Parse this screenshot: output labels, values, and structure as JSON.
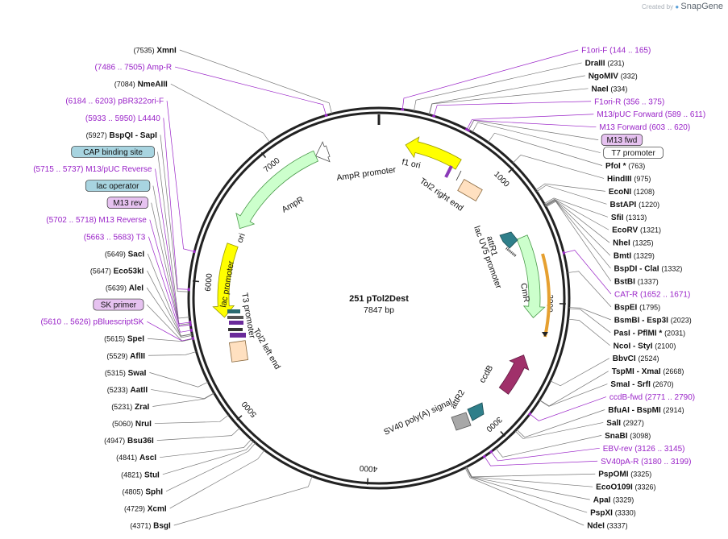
{
  "branding": {
    "prefix": "Created by",
    "name": "SnapGene"
  },
  "plasmid": {
    "name": "251 pTol2Dest",
    "length_label": "7847 bp",
    "length": 7847
  },
  "colors": {
    "primer": "#9a24c8",
    "backbone": "#222222",
    "tick": "#777777"
  },
  "ruler": [
    {
      "pos": 1000,
      "label": "1000"
    },
    {
      "pos": 2000,
      "label": "2000"
    },
    {
      "pos": 3000,
      "label": "3000"
    },
    {
      "pos": 4000,
      "label": "4000"
    },
    {
      "pos": 5000,
      "label": "5000"
    },
    {
      "pos": 6000,
      "label": "6000"
    },
    {
      "pos": 7000,
      "label": "7000"
    }
  ],
  "features": [
    {
      "label": "f1 ori",
      "start": 215,
      "end": 670,
      "dir": -1,
      "fill": "#ffff00",
      "stroke": "#9a9a00"
    },
    {
      "label": "AmpR promoter",
      "start": 7325,
      "end": 7430,
      "dir": -1,
      "fill": "#ffffff",
      "stroke": "#555555"
    },
    {
      "label": "AmpR",
      "start": 6465,
      "end": 7325,
      "dir": -1,
      "fill": "#ccffcc",
      "stroke": "#4a9a4a"
    },
    {
      "label": "ori",
      "start": 5730,
      "end": 6320,
      "dir": -1,
      "fill": "#ffff00",
      "stroke": "#9a9a00"
    },
    {
      "label": "CmR",
      "start": 1460,
      "end": 2120,
      "dir": 1,
      "fill": "#ccffcc",
      "stroke": "#4a9a4a"
    },
    {
      "label": "ccdB",
      "start": 2430,
      "end": 2760,
      "dir": -1,
      "fill": "#a0306a",
      "stroke": "#601840"
    }
  ],
  "primers": [
    {
      "label": "F1ori-F",
      "pos": 155
    },
    {
      "label": "F1ori-R",
      "pos": 366
    },
    {
      "label": "M13/pUC Forward",
      "pos": 600
    },
    {
      "label": "M13 Forward",
      "pos": 612
    },
    {
      "label": "CAT-R",
      "pos": 1662
    },
    {
      "label": "ccdB-fwd",
      "pos": 2780
    },
    {
      "label": "EBV-rev",
      "pos": 3136
    },
    {
      "label": "SV40pA-R",
      "pos": 3190
    },
    {
      "label": "pBluescriptSK",
      "pos": 5618
    },
    {
      "label": "T3",
      "pos": 5673
    },
    {
      "label": "M13 Reverse",
      "pos": 5710
    },
    {
      "label": "M13/pUC Reverse",
      "pos": 5726
    },
    {
      "label": "L4440",
      "pos": 5942
    },
    {
      "label": "pBR322ori-F",
      "pos": 6194
    },
    {
      "label": "Amp-R",
      "pos": 7496
    }
  ],
  "inner_labels": [
    {
      "text": "f1 ori"
    },
    {
      "text": "AmpR promoter"
    },
    {
      "text": "AmpR"
    },
    {
      "text": "ori"
    },
    {
      "text": "Tol2 right end"
    },
    {
      "text": "attR1"
    },
    {
      "text": "lac UV5 promoter"
    },
    {
      "text": "CmR"
    },
    {
      "text": "ccdB"
    },
    {
      "text": "attR2"
    },
    {
      "text": "SV40 poly(A) signal"
    },
    {
      "text": "lac promoter"
    },
    {
      "text": "T3 promoter"
    },
    {
      "text": "Tol2 left end"
    }
  ],
  "labels": [
    {
      "type": "site",
      "text": "(7535)",
      "name": "XmnI",
      "pos": 7535
    },
    {
      "type": "primer",
      "text": "(7486 .. 7505)  Amp-R",
      "pos": 7496
    },
    {
      "type": "site",
      "text": "(7084)",
      "name": "NmeAIII",
      "pos": 7084
    },
    {
      "type": "primer",
      "text": "F1ori-F  (144 .. 165)",
      "pos": 155
    },
    {
      "type": "site",
      "name": "DraIII",
      "text": "(231)",
      "pos": 231
    },
    {
      "type": "site",
      "name": "NgoMIV",
      "text": "(332)",
      "pos": 332
    },
    {
      "type": "site",
      "name": "NaeI",
      "text": "(334)",
      "pos": 334
    },
    {
      "type": "primer",
      "text": "F1ori-R  (356 .. 375)",
      "pos": 366
    },
    {
      "type": "primer",
      "text": "M13/pUC Forward  (589 .. 611)",
      "pos": 600
    },
    {
      "type": "primer",
      "text": "M13 Forward  (603 .. 620)",
      "pos": 612
    },
    {
      "type": "boxp",
      "text": "M13 fwd",
      "pos": 612
    },
    {
      "type": "boxw",
      "text": "T7 promoter",
      "pos": 640
    },
    {
      "type": "site",
      "name": "PfoI *",
      "text": "(763)",
      "pos": 763
    },
    {
      "type": "site",
      "name": "HindIII",
      "text": "(975)",
      "pos": 975
    },
    {
      "type": "site",
      "name": "EcoNI",
      "text": "(1208)",
      "pos": 1208
    },
    {
      "type": "site",
      "name": "BstAPI",
      "text": "(1220)",
      "pos": 1220
    },
    {
      "type": "site",
      "name": "SfiI",
      "text": "(1313)",
      "pos": 1313
    },
    {
      "type": "site",
      "name": "EcoRV",
      "text": "(1321)",
      "pos": 1321
    },
    {
      "type": "site",
      "name": "NheI",
      "text": "(1325)",
      "pos": 1325
    },
    {
      "type": "site",
      "name": "BmtI",
      "text": "(1329)",
      "pos": 1329
    },
    {
      "type": "site",
      "name": "BspDI  - ClaI",
      "text": "(1332)",
      "pos": 1332
    },
    {
      "type": "site",
      "name": "BstBI",
      "text": "(1337)",
      "pos": 1337
    },
    {
      "type": "primer",
      "text": "CAT-R  (1652 .. 1671)",
      "pos": 1662
    },
    {
      "type": "site",
      "name": "BspEI",
      "text": "(1795)",
      "pos": 1795
    },
    {
      "type": "site",
      "name": "BsmBI  - Esp3I",
      "text": "(2023)",
      "pos": 2023
    },
    {
      "type": "site",
      "name": "PasI  - PflMI *",
      "text": "(2031)",
      "pos": 2031
    },
    {
      "type": "site",
      "name": "NcoI  - StyI",
      "text": "(2100)",
      "pos": 2100
    },
    {
      "type": "site",
      "name": "BbvCI",
      "text": "(2524)",
      "pos": 2524
    },
    {
      "type": "site",
      "name": "TspMI  - XmaI",
      "text": "(2668)",
      "pos": 2668
    },
    {
      "type": "site",
      "name": "SmaI  - SrfI",
      "text": "(2670)",
      "pos": 2670
    },
    {
      "type": "primer",
      "text": "ccdB-fwd  (2771 .. 2790)",
      "pos": 2780
    },
    {
      "type": "site",
      "name": "BfuAI  - BspMI",
      "text": "(2914)",
      "pos": 2914
    },
    {
      "type": "site",
      "name": "SalI",
      "text": "(2927)",
      "pos": 2927
    },
    {
      "type": "site",
      "name": "SnaBI",
      "text": "(3098)",
      "pos": 3098
    },
    {
      "type": "primer",
      "text": "EBV-rev  (3126 .. 3145)",
      "pos": 3136
    },
    {
      "type": "primer",
      "text": "SV40pA-R  (3180 .. 3199)",
      "pos": 3190
    },
    {
      "type": "site",
      "name": "PspOMI",
      "text": "(3325)",
      "pos": 3325
    },
    {
      "type": "site",
      "name": "EcoO109I",
      "text": "(3326)",
      "pos": 3326
    },
    {
      "type": "site",
      "name": "ApaI",
      "text": "(3329)",
      "pos": 3329
    },
    {
      "type": "site",
      "name": "PspXI",
      "text": "(3330)",
      "pos": 3330
    },
    {
      "type": "site",
      "name": "NdeI",
      "text": "(3337)",
      "pos": 3337
    },
    {
      "type": "site",
      "text": "(4371)",
      "name": "BsgI",
      "pos": 4371
    },
    {
      "type": "site",
      "text": "(4729)",
      "name": "XcmI",
      "pos": 4729
    },
    {
      "type": "site",
      "text": "(4805)",
      "name": "SphI",
      "pos": 4805
    },
    {
      "type": "site",
      "text": "(4821)",
      "name": "StuI",
      "pos": 4821
    },
    {
      "type": "site",
      "text": "(4841)",
      "name": "AscI",
      "pos": 4841
    },
    {
      "type": "site",
      "text": "(4947)",
      "name": "Bsu36I",
      "pos": 4947
    },
    {
      "type": "site",
      "text": "(5060)",
      "name": "NruI",
      "pos": 5060
    },
    {
      "type": "site",
      "text": "(5231)",
      "name": "ZraI",
      "pos": 5231
    },
    {
      "type": "site",
      "text": "(5233)",
      "name": "AatII",
      "pos": 5233
    },
    {
      "type": "site",
      "text": "(5315)",
      "name": "SwaI",
      "pos": 5315
    },
    {
      "type": "site",
      "text": "(5529)",
      "name": "AflII",
      "pos": 5529
    },
    {
      "type": "site",
      "text": "(5615)",
      "name": "SpeI",
      "pos": 5615
    },
    {
      "type": "boxp",
      "text": "SK primer",
      "pos": 5618
    },
    {
      "type": "primer",
      "text": "(5610 .. 5626)  pBluescriptSK",
      "pos": 5618
    },
    {
      "type": "site",
      "text": "(5639)",
      "name": "AleI",
      "pos": 5639
    },
    {
      "type": "site",
      "text": "(5647)",
      "name": "Eco53kI",
      "pos": 5647
    },
    {
      "type": "site",
      "text": "(5649)",
      "name": "SacI",
      "pos": 5649
    },
    {
      "type": "primer",
      "text": "(5663 .. 5683)  T3",
      "pos": 5673
    },
    {
      "type": "boxp",
      "text": "M13 rev",
      "pos": 5710
    },
    {
      "type": "primer",
      "text": "(5702 .. 5718)  M13 Reverse",
      "pos": 5710
    },
    {
      "type": "boxb",
      "text": "lac operator",
      "pos": 5718
    },
    {
      "type": "primer",
      "text": "(5715 .. 5737)  M13/pUC Reverse",
      "pos": 5726
    },
    {
      "type": "boxb",
      "text": "CAP binding site",
      "pos": 5760
    },
    {
      "type": "site",
      "text": "(5927)",
      "name": "BspQI  - SapI",
      "pos": 5927
    },
    {
      "type": "primer",
      "text": "(5933 .. 5950)  L4440",
      "pos": 5942
    },
    {
      "type": "primer",
      "text": "(6184 .. 6203)  pBR322ori-F",
      "pos": 6194
    }
  ]
}
